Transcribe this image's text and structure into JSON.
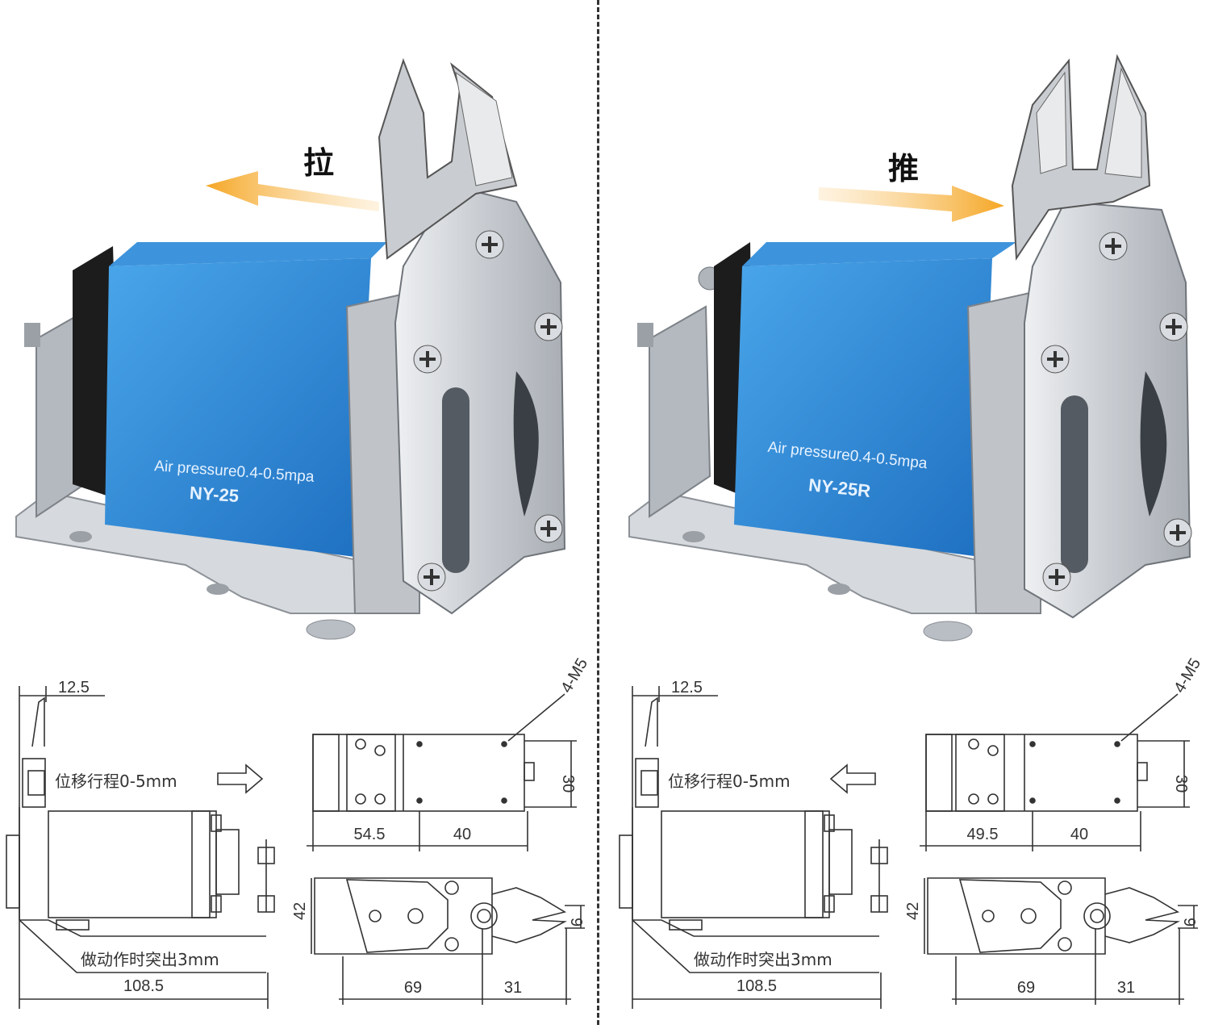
{
  "left": {
    "direction_label": "拉",
    "pressure_text": "Air pressure0.4-0.5mpa",
    "model": "NY-25",
    "dims": {
      "top_offset": "12.5",
      "stroke": "位移行程0-5mm",
      "protrude": "做动作时突出3mm",
      "length": "108.5",
      "thread": "4-M5",
      "height": "30",
      "seg_a": "54.5",
      "seg_b": "40",
      "width": "42",
      "blade": "9",
      "seg_c": "69",
      "seg_d": "31"
    }
  },
  "right": {
    "direction_label": "推",
    "pressure_text": "Air pressure0.4-0.5mpa",
    "model": "NY-25R",
    "dims": {
      "top_offset": "12.5",
      "stroke": "位移行程0-5mm",
      "protrude": "做动作时突出3mm",
      "length": "108.5",
      "thread": "4-M5",
      "height": "30",
      "seg_a": "49.5",
      "seg_b": "40",
      "width": "42",
      "blade": "9",
      "seg_c": "69",
      "seg_d": "31"
    }
  },
  "colors": {
    "body_blue": "#2b86d6",
    "arrow_orange": "#f5a623",
    "steel": "#cfd3d8",
    "line": "#333333"
  }
}
